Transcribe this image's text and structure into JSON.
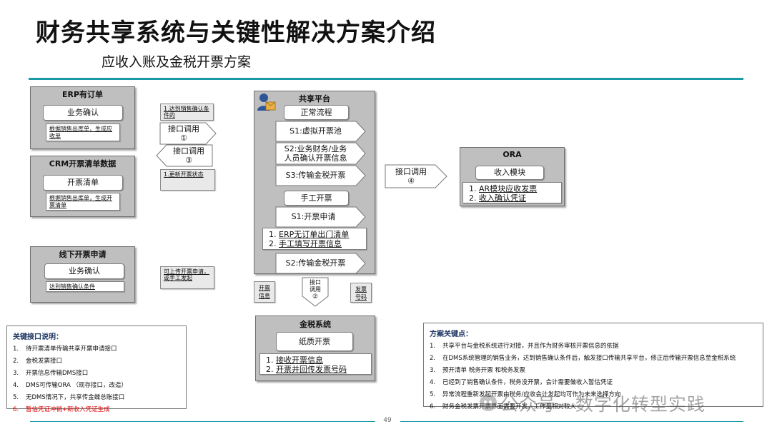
{
  "header": {
    "title": "财务共享系统与关键性解决方案介绍",
    "subtitle": "应收入账及金税开票方案"
  },
  "erp_panel": {
    "title": "ERP有订单",
    "pill": "业务确认",
    "note": "根据销售出库单，生成应收单"
  },
  "crm_panel": {
    "title": "CRM开票清单数据",
    "pill": "开票清单",
    "note": "根据销售出库单，生成开票清单"
  },
  "offline_panel": {
    "title": "线下开票申请",
    "pill": "业务确认",
    "note": "达到销售确认条件"
  },
  "interfaces": {
    "note_1": "1.达到销售确认条件的",
    "arrow_1": [
      "接口调用",
      "①"
    ],
    "arrow_3": [
      "接口调用",
      "③"
    ],
    "note_update": "1.更新开票状态",
    "note_offline": "可上传开票申请，或手工发起"
  },
  "shared_platform": {
    "title": "共享平台",
    "normal_flow": "正常流程",
    "s1": "S1:虚拟开票池",
    "s2": [
      "S2:业务财务/业务",
      "人员确认开票信息"
    ],
    "s3": "S3:传输金税开票",
    "manual": "手工开票",
    "m_s1": "S1:开票申请",
    "m_list": [
      {
        "num": "1.",
        "text": "ERP无订单出门清单"
      },
      {
        "num": "2.",
        "text": "手工填写开票信息"
      }
    ],
    "m_s2": "S2:传输金税开票"
  },
  "ora_panel": {
    "title": "ORA",
    "pill": "收入模块",
    "list": [
      {
        "num": "1.",
        "text": "AR模块应收发票"
      },
      {
        "num": "2.",
        "text": "收入确认凭证"
      }
    ]
  },
  "arrow_4": [
    "接口调用",
    "④"
  ],
  "arrow_2": [
    "接口",
    "调用",
    "②"
  ],
  "side_notes": {
    "left": [
      "开票",
      "信息"
    ],
    "right": [
      "发票",
      "号码"
    ]
  },
  "golden_tax": {
    "title": "金税系统",
    "pill": "纸质开票",
    "list": [
      {
        "num": "1.",
        "text": "接收开票信息"
      },
      {
        "num": "2.",
        "text": "开票并回传发票号码"
      }
    ]
  },
  "key_interfaces": {
    "title": "关键接口说明：",
    "items": [
      {
        "num": "1.",
        "text": "待开票清单传输共享开票申请接口",
        "red": false
      },
      {
        "num": "2.",
        "text": "金税发票接口",
        "red": false
      },
      {
        "num": "3.",
        "text": "开票信息传输DMS接口",
        "red": false
      },
      {
        "num": "4.",
        "text": "DMS可传输ORA （现存接口，改造）",
        "red": false
      },
      {
        "num": "5.",
        "text": "无DMS情况下，共享传金蝶总账接口",
        "red": false
      },
      {
        "num": "6.",
        "text": "暂估凭证冲销+新收入凭证生成",
        "red": true
      }
    ]
  },
  "key_points": {
    "title": "方案关键点：",
    "items": [
      {
        "num": "1.",
        "text": "共享平台与金税系统进行对接，并且作为财务审核开票信息的依据"
      },
      {
        "num": "2.",
        "text": "在DMS系统管理的销售业务，达到销售确认条件后，触发接口传输共享平台，修正后传输开票信息至金税系统"
      },
      {
        "num": "3.",
        "text": "预开清单 税务开票 和税务发票"
      },
      {
        "num": "4.",
        "text": "已经到了销售确认条件，税务没开票，会计需要做收入暂估凭证"
      },
      {
        "num": "5.",
        "text": "异常流程重新发起开票由税务/应收会计发起均可作为未来选择方向"
      },
      {
        "num": "6.",
        "text": "财务金税发票开票界面需要开发，工作量相对较大"
      }
    ]
  },
  "footer": {
    "page": "49",
    "watermark": "公众号 · 数字化转型实践"
  },
  "colors": {
    "accent_rule": "#1a9aa8",
    "panel_gray": "#bfbfbf",
    "red_text": "#e00000",
    "title_navy": "#1f3864"
  }
}
